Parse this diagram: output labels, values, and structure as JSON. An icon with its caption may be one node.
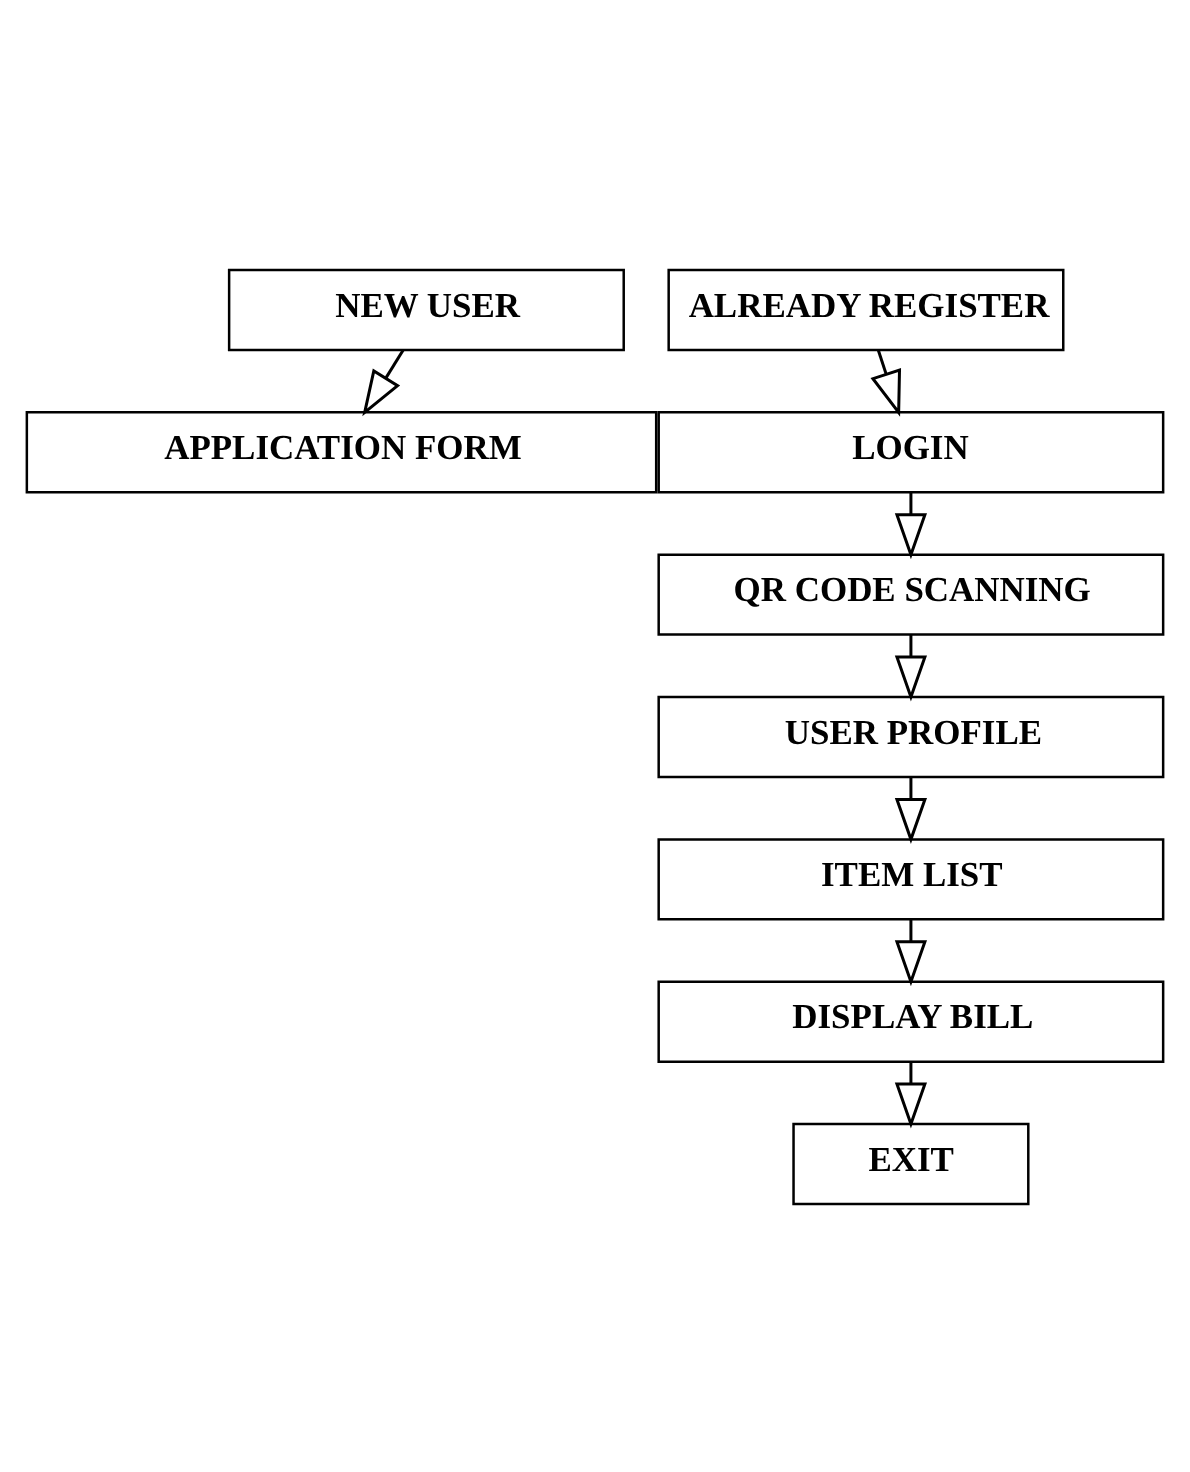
{
  "diagram": {
    "nodes": [
      {
        "text": [
          "NEW USER"
        ]
      },
      {
        "text": [
          "ALREADY REGISTER"
        ]
      },
      {
        "text": [
          "APPLICATION FORM"
        ]
      },
      {
        "text": [
          "LOGIN"
        ]
      },
      {
        "text": [
          "QR CODE SCANNING"
        ]
      },
      {
        "text": [
          "USER PROFILE"
        ]
      },
      {
        "text": [
          "ITEM LIST"
        ]
      },
      {
        "text": [
          "DISPLAY BILL"
        ]
      },
      {
        "text": [
          "EXIT"
        ]
      }
    ],
    "edges": [
      {
        "from": 0,
        "to": 2,
        "arrow": "to"
      },
      {
        "from": 1,
        "to": 3,
        "arrow": "to"
      },
      {
        "from": 3,
        "to": 4,
        "arrow": "to"
      },
      {
        "from": 4,
        "to": 5,
        "arrow": "to"
      },
      {
        "from": 5,
        "to": 6,
        "arrow": "to"
      },
      {
        "from": 6,
        "to": 7,
        "arrow": "to"
      },
      {
        "from": 7,
        "to": 8,
        "arrow": "to"
      }
    ]
  }
}
